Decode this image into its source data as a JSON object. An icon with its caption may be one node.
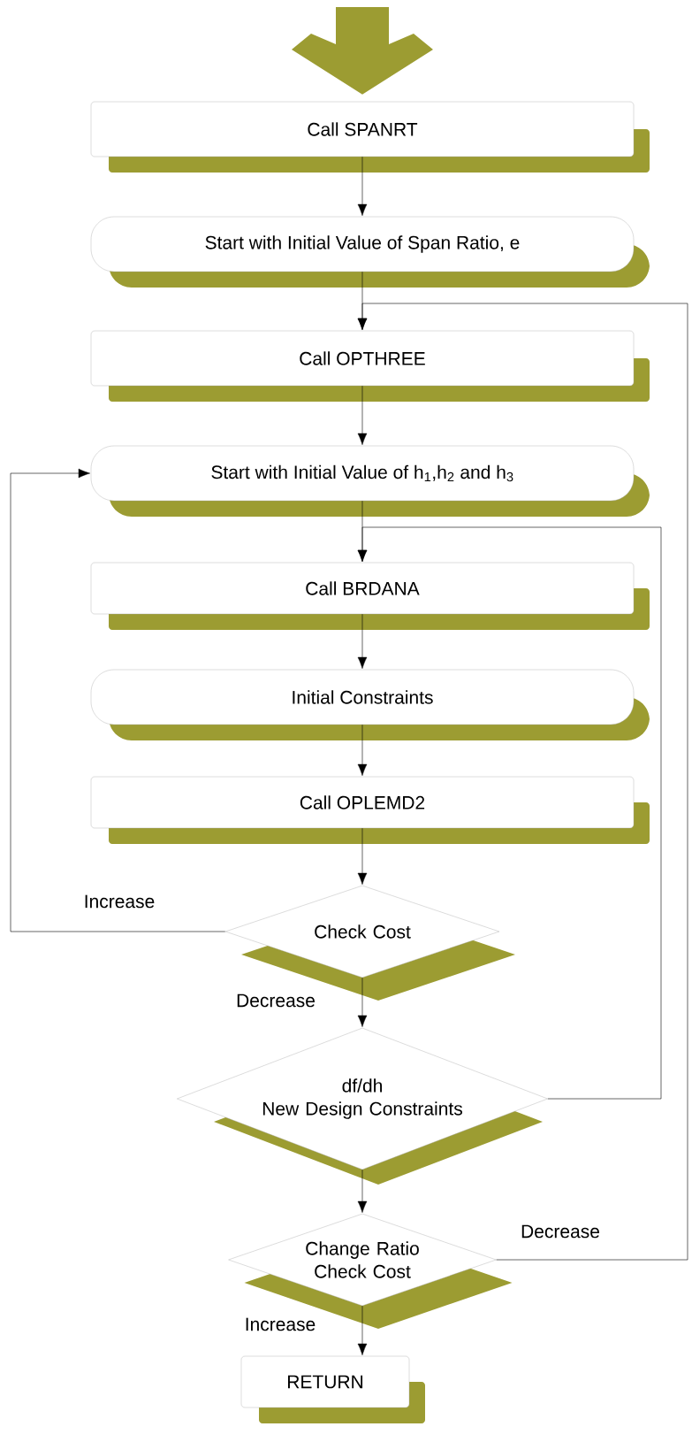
{
  "diagram": {
    "nodes": [
      {
        "text": [
          "Call SPANRT"
        ]
      },
      {
        "text": [
          "Start with Initial Value of Span Ratio, e"
        ]
      },
      {
        "text": [
          "Call OPTHREE"
        ]
      },
      {
        "text": [
          "Start with Initial Value of h$_{1}$,h$_{2}$ and h$_{3}$"
        ]
      },
      {
        "text": [
          "Call BRDANA"
        ]
      },
      {
        "text": [
          "Initial Constraints"
        ]
      },
      {
        "text": [
          "Call OPLEMD2"
        ]
      },
      {
        "text": [
          "Check Cost"
        ]
      },
      {
        "text": [
          "df/dh",
          "New Design Constraints"
        ]
      },
      {
        "text": [
          "Change Ratio Check Cost"
        ]
      },
      {
        "text": [
          "RETURN"
        ]
      }
    ],
    "edges": [
      {
        "from": null,
        "to": 0,
        "arrow": "to",
        "style": "thick",
        "color": "#9c9c32"
      },
      {
        "from": 0,
        "to": 1,
        "arrow": "to"
      },
      {
        "from": 1,
        "to": 2,
        "arrow": "to"
      },
      {
        "from": 2,
        "to": 3,
        "arrow": "to"
      },
      {
        "from": 3,
        "to": 4,
        "arrow": "to"
      },
      {
        "from": 4,
        "to": 5,
        "arrow": "to"
      },
      {
        "from": 5,
        "to": 6,
        "arrow": "to"
      },
      {
        "from": 6,
        "to": 7,
        "arrow": "to"
      },
      {
        "from": 7,
        "to": 8,
        "arrow": "to",
        "label": "Decrease"
      },
      {
        "from": 8,
        "to": 9,
        "arrow": "to"
      },
      {
        "from": 9,
        "to": 10,
        "arrow": "to",
        "label": "Increase"
      },
      {
        "from": 7,
        "to": 3,
        "arrow": "to",
        "label": "Increase"
      },
      {
        "from": 8,
        "to": 4,
        "arrow": "to"
      },
      {
        "from": 9,
        "to": 2,
        "arrow": "to",
        "label": "Decrease"
      }
    ]
  }
}
